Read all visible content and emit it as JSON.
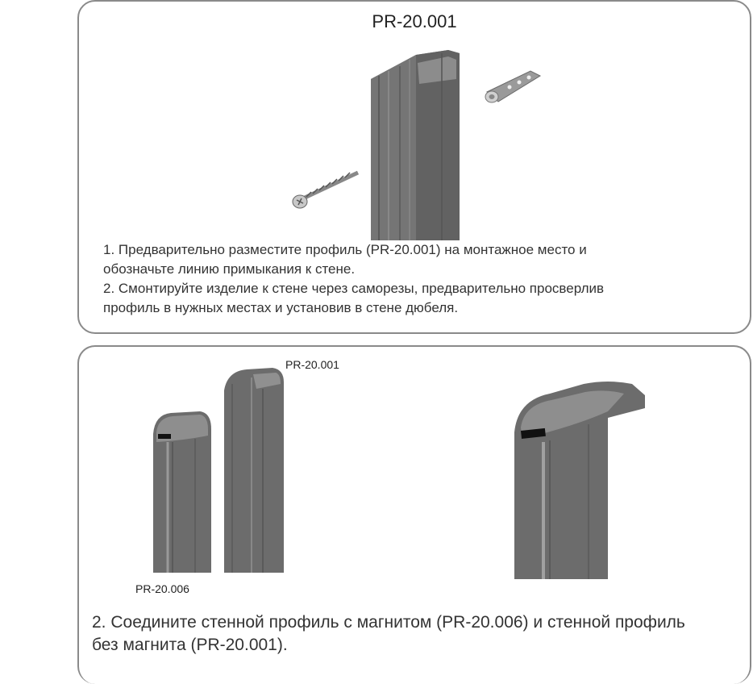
{
  "panel1": {
    "title": "PR-20.001",
    "instruction_line1": "1. Предварительно разместите профиль (PR-20.001) на монтажное место и",
    "instruction_line2": "обозначьте линию примыкания к стене.",
    "instruction_line3": "2.  Смонтируйте изделие к стене через саморезы, предварительно просверлив",
    "instruction_line4": "профиль в нужных местах и установив в стене дюбеля."
  },
  "panel2": {
    "label_profile_no_magnet": "PR-20.001",
    "label_profile_magnet": "PR-20.006",
    "instruction_line1": "2. Соедините стенной профиль с магнитом (PR-20.006) и стенной профиль",
    "instruction_line2": "без магнита (PR-20.001)."
  },
  "colors": {
    "profile_body": "#6e6e6e",
    "profile_dark": "#505050",
    "profile_light": "#9a9a9a",
    "border": "#8a8a8a"
  }
}
